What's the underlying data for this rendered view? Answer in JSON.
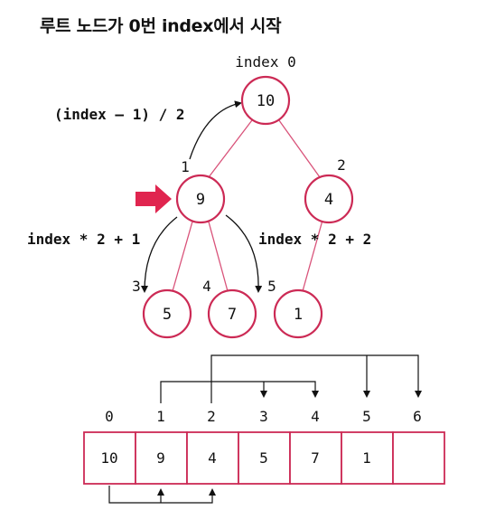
{
  "title": "루트 노드가 0번 index에서 시작",
  "root_label": "index 0",
  "formulas": {
    "parent": "(index – 1) / 2",
    "left_child": "index * 2 + 1",
    "right_child": "index * 2 + 2"
  },
  "tree": {
    "nodes": [
      {
        "value": "10",
        "index": ""
      },
      {
        "value": "9",
        "index": "1"
      },
      {
        "value": "4",
        "index": "2"
      },
      {
        "value": "5",
        "index": "3"
      },
      {
        "value": "7",
        "index": "4"
      },
      {
        "value": "1",
        "index": "5"
      }
    ]
  },
  "array": {
    "indices": [
      "0",
      "1",
      "2",
      "3",
      "4",
      "5",
      "6"
    ],
    "values": [
      "10",
      "9",
      "4",
      "5",
      "7",
      "1",
      ""
    ]
  },
  "colors": {
    "node_border": "#cc2a55",
    "edge": "#d9537a",
    "highlight_arrow": "#e0254f",
    "cell_border": "#cc2a55",
    "connector": "#111111"
  }
}
